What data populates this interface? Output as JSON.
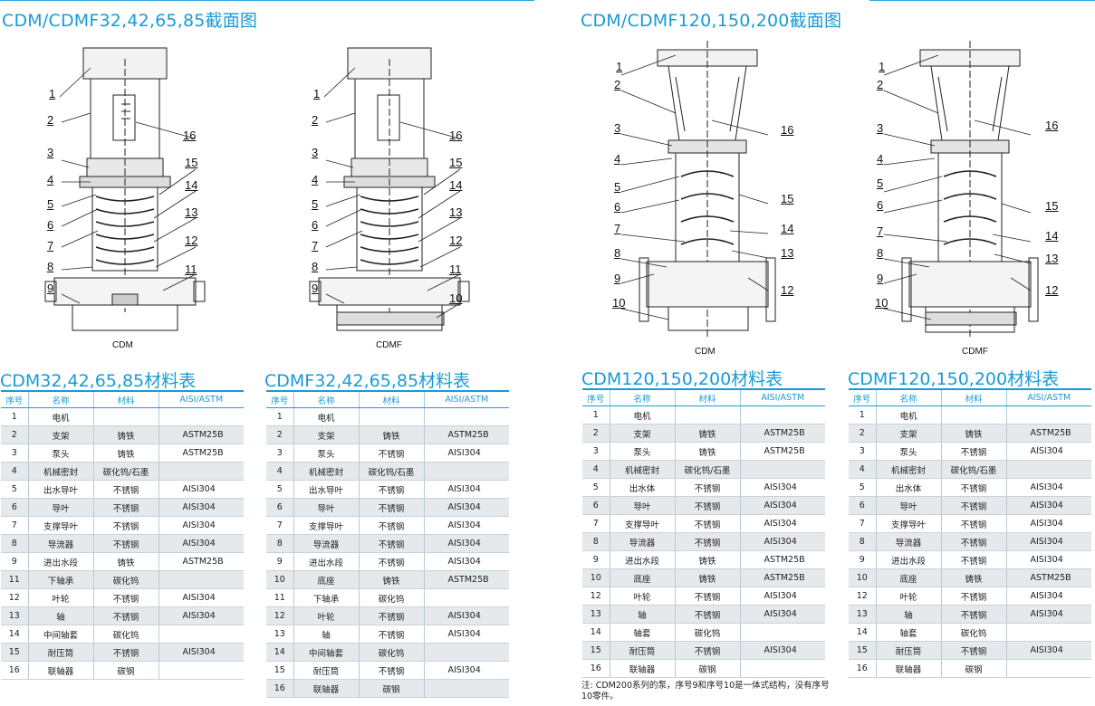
{
  "sections": [
    {
      "title": "CDM/CDMF32,42,65,85截面图"
    },
    {
      "title": "CDM/CDMF120,150,200截面图"
    }
  ],
  "diagrams": [
    {
      "caption": "CDM",
      "labels": [
        "1",
        "2",
        "3",
        "4",
        "5",
        "6",
        "7",
        "8",
        "9",
        "16",
        "15",
        "14",
        "13",
        "12",
        "11"
      ]
    },
    {
      "caption": "CDMF",
      "labels": [
        "1",
        "2",
        "3",
        "4",
        "5",
        "6",
        "7",
        "8",
        "9",
        "16",
        "15",
        "14",
        "13",
        "12",
        "11",
        "10"
      ]
    },
    {
      "caption": "CDM",
      "labels": [
        "1",
        "2",
        "3",
        "4",
        "5",
        "6",
        "7",
        "8",
        "9",
        "10",
        "16",
        "15",
        "14",
        "13",
        "12"
      ]
    },
    {
      "caption": "CDMF",
      "labels": [
        "1",
        "2",
        "3",
        "4",
        "5",
        "6",
        "7",
        "8",
        "9",
        "10",
        "16",
        "15",
        "14",
        "13",
        "12"
      ]
    }
  ],
  "tables": [
    {
      "title": "CDM32,42,65,85材料表",
      "headers": [
        "序号",
        "名称",
        "材料",
        "AISI/ASTM"
      ],
      "rows": [
        [
          "1",
          "电机",
          "",
          ""
        ],
        [
          "2",
          "支架",
          "铸铁",
          "ASTM25B"
        ],
        [
          "3",
          "泵头",
          "铸铁",
          "ASTM25B"
        ],
        [
          "4",
          "机械密封",
          "碳化钨/石墨",
          ""
        ],
        [
          "5",
          "出水导叶",
          "不锈钢",
          "AISI304"
        ],
        [
          "6",
          "导叶",
          "不锈钢",
          "AISI304"
        ],
        [
          "7",
          "支撑导叶",
          "不锈钢",
          "AISI304"
        ],
        [
          "8",
          "导流器",
          "不锈钢",
          "AISI304"
        ],
        [
          "9",
          "进出水段",
          "铸铁",
          "ASTM25B"
        ],
        [
          "11",
          "下轴承",
          "碳化钨",
          ""
        ],
        [
          "12",
          "叶轮",
          "不锈钢",
          "AISI304"
        ],
        [
          "13",
          "轴",
          "不锈钢",
          "AISI304"
        ],
        [
          "14",
          "中间轴套",
          "碳化钨",
          ""
        ],
        [
          "15",
          "耐压筒",
          "不锈钢",
          "AISI304"
        ],
        [
          "16",
          "联轴器",
          "碳钢",
          ""
        ]
      ]
    },
    {
      "title": "CDMF32,42,65,85材料表",
      "headers": [
        "序号",
        "名称",
        "材料",
        "AISI/ASTM"
      ],
      "rows": [
        [
          "1",
          "电机",
          "",
          ""
        ],
        [
          "2",
          "支架",
          "铸铁",
          "ASTM25B"
        ],
        [
          "3",
          "泵头",
          "不锈钢",
          "AISI304"
        ],
        [
          "4",
          "机械密封",
          "碳化钨/石墨",
          ""
        ],
        [
          "5",
          "出水导叶",
          "不锈钢",
          "AISI304"
        ],
        [
          "6",
          "导叶",
          "不锈钢",
          "AISI304"
        ],
        [
          "7",
          "支撑导叶",
          "不锈钢",
          "AISI304"
        ],
        [
          "8",
          "导流器",
          "不锈钢",
          "AISI304"
        ],
        [
          "9",
          "进出水段",
          "不锈钢",
          "AISI304"
        ],
        [
          "10",
          "底座",
          "铸铁",
          "ASTM25B"
        ],
        [
          "11",
          "下轴承",
          "碳化钨",
          ""
        ],
        [
          "12",
          "叶轮",
          "不锈钢",
          "AISI304"
        ],
        [
          "13",
          "轴",
          "不锈钢",
          "AISI304"
        ],
        [
          "14",
          "中间轴套",
          "碳化钨",
          ""
        ],
        [
          "15",
          "耐压筒",
          "不锈钢",
          "AISI304"
        ],
        [
          "16",
          "联轴器",
          "碳钢",
          ""
        ]
      ]
    },
    {
      "title": "CDM120,150,200材料表",
      "headers": [
        "序号",
        "名称",
        "材料",
        "AISI/ASTM"
      ],
      "rows": [
        [
          "1",
          "电机",
          "",
          ""
        ],
        [
          "2",
          "支架",
          "铸铁",
          "ASTM25B"
        ],
        [
          "3",
          "泵头",
          "铸铁",
          "ASTM25B"
        ],
        [
          "4",
          "机械密封",
          "碳化钨/石墨",
          ""
        ],
        [
          "5",
          "出水体",
          "不锈钢",
          "AISI304"
        ],
        [
          "6",
          "导叶",
          "不锈钢",
          "AISI304"
        ],
        [
          "7",
          "支撑导叶",
          "不锈钢",
          "AISI304"
        ],
        [
          "8",
          "导流器",
          "不锈钢",
          "AISI304"
        ],
        [
          "9",
          "进出水段",
          "铸铁",
          "ASTM25B"
        ],
        [
          "10",
          "底座",
          "铸铁",
          "ASTM25B"
        ],
        [
          "12",
          "叶轮",
          "不锈钢",
          "AISI304"
        ],
        [
          "13",
          "轴",
          "不锈钢",
          "AISI304"
        ],
        [
          "14",
          "轴套",
          "碳化钨",
          ""
        ],
        [
          "15",
          "耐压筒",
          "不锈钢",
          "AISI304"
        ],
        [
          "16",
          "联轴器",
          "碳钢",
          ""
        ]
      ],
      "note": "注: CDM200系列的泵，序号9和序号10是一体式结构，没有序号10零件。"
    },
    {
      "title": "CDMF120,150,200材料表",
      "headers": [
        "序号",
        "名称",
        "材料",
        "AISI/ASTM"
      ],
      "rows": [
        [
          "1",
          "电机",
          "",
          ""
        ],
        [
          "2",
          "支架",
          "铸铁",
          "ASTM25B"
        ],
        [
          "3",
          "泵头",
          "不锈钢",
          "AISI304"
        ],
        [
          "4",
          "机械密封",
          "碳化钨/石墨",
          ""
        ],
        [
          "5",
          "出水体",
          "不锈钢",
          "AISI304"
        ],
        [
          "6",
          "导叶",
          "不锈钢",
          "AISI304"
        ],
        [
          "7",
          "支撑导叶",
          "不锈钢",
          "AISI304"
        ],
        [
          "8",
          "导流器",
          "不锈钢",
          "AISI304"
        ],
        [
          "9",
          "进出水段",
          "不锈钢",
          "AISI304"
        ],
        [
          "10",
          "底座",
          "铸铁",
          "ASTM25B"
        ],
        [
          "12",
          "叶轮",
          "不锈钢",
          "AISI304"
        ],
        [
          "13",
          "轴",
          "不锈钢",
          "AISI304"
        ],
        [
          "14",
          "轴套",
          "碳化钨",
          ""
        ],
        [
          "15",
          "耐压筒",
          "不锈钢",
          "AISI304"
        ],
        [
          "16",
          "联轴器",
          "碳钢",
          ""
        ]
      ]
    }
  ],
  "colors": {
    "accent": "#1a9ad6",
    "row_alt": "#e6e9ec"
  }
}
